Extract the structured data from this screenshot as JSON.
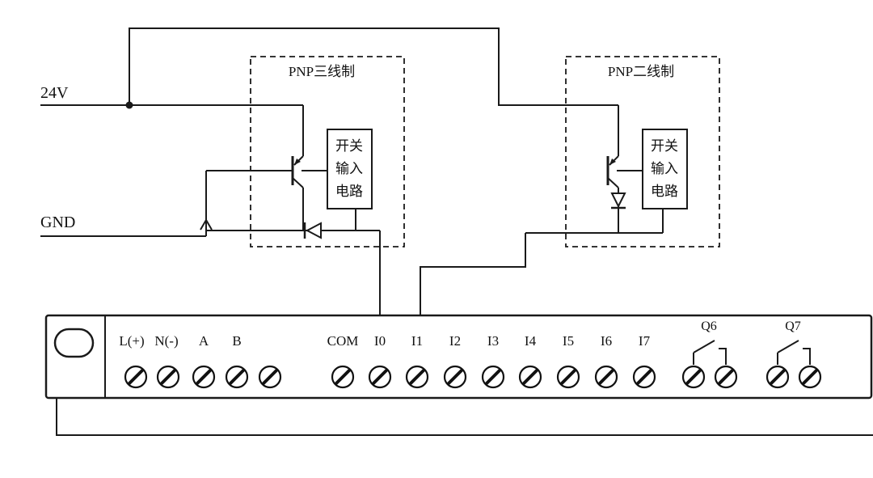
{
  "diagram": {
    "power_label": "24V",
    "ground_label": "GND",
    "left_sensor": {
      "title": "PNP三线制",
      "circuit_lines": [
        "开关",
        "输入",
        "电路"
      ]
    },
    "right_sensor": {
      "title": "PNP二线制",
      "circuit_lines": [
        "开关",
        "输入",
        "电路"
      ]
    },
    "terminal_block": {
      "terminals": [
        "L(+)",
        "N(-)",
        "A",
        "B",
        "COM",
        "I0",
        "I1",
        "I2",
        "I3",
        "I4",
        "I5",
        "I6",
        "I7"
      ],
      "relay_outputs": [
        "Q6",
        "Q7"
      ]
    },
    "colors": {
      "wire": "#1a1a1a",
      "background": "#ffffff"
    }
  }
}
